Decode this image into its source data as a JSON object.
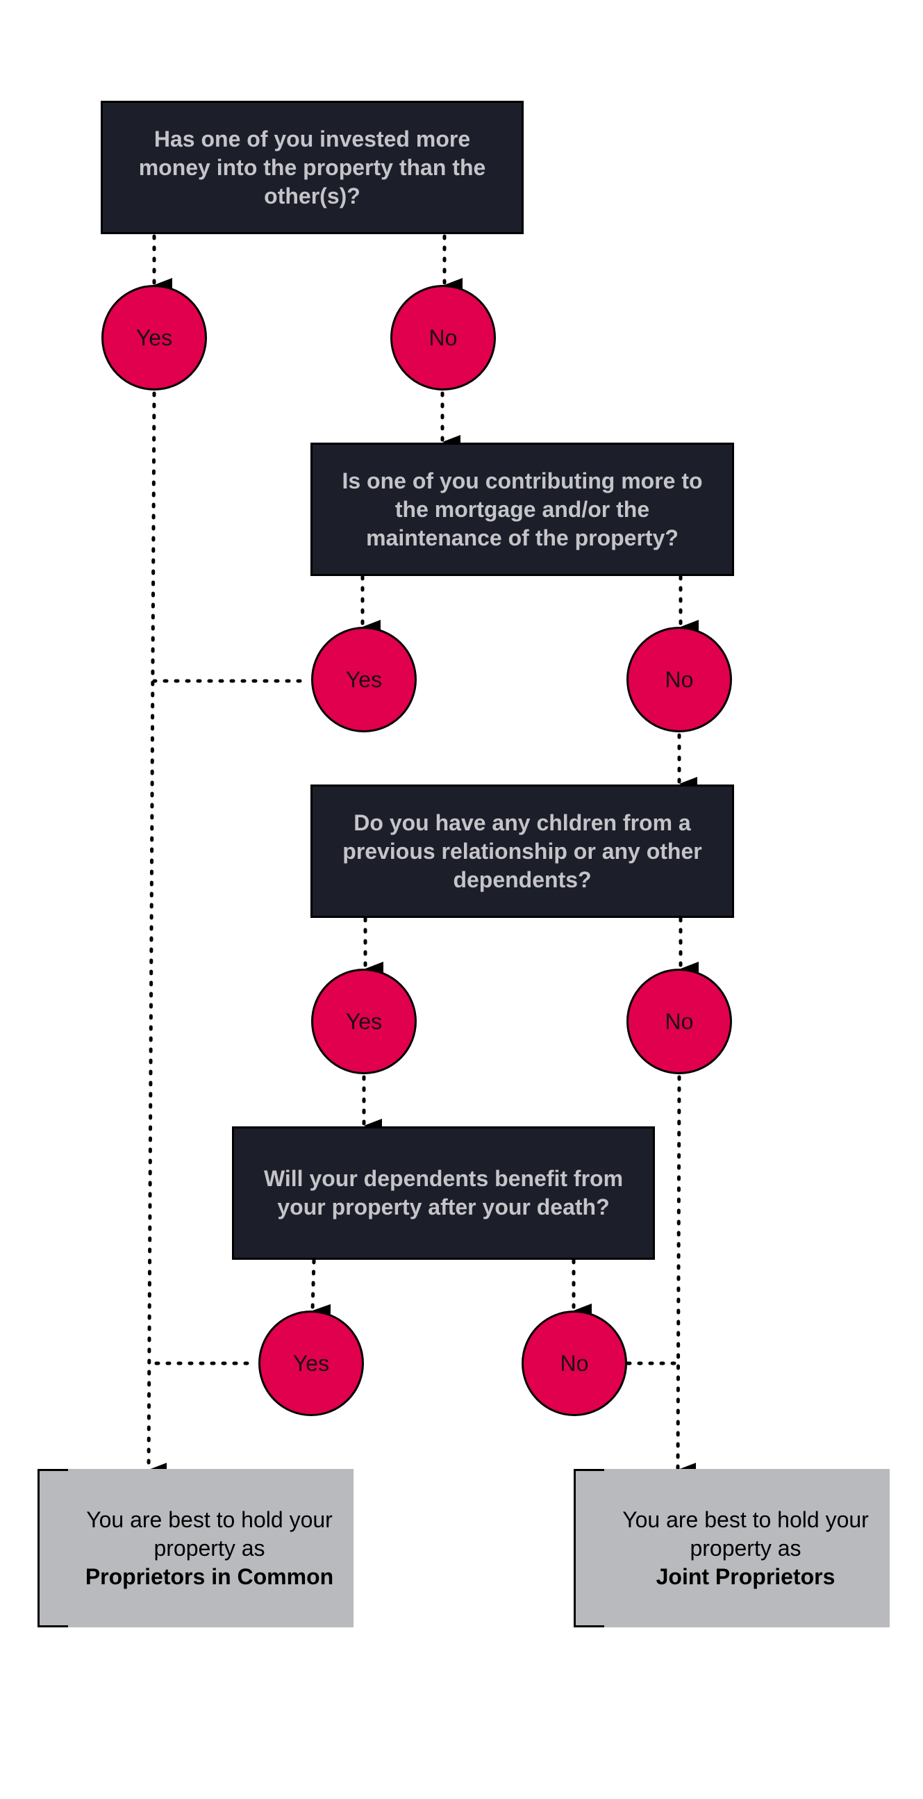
{
  "questions": {
    "q1": "Has one of you invested more money into the property than the other(s)?",
    "q2": "Is one of you contributing more to the mortgage and/or the maintenance of the property?",
    "q3": "Do you have any chldren from a previous relationship or any other dependents?",
    "q4": "Will your dependents benefit from your property after your death?"
  },
  "answers": {
    "yes": "Yes",
    "no": "No"
  },
  "results": {
    "common": {
      "line1": "You are best to hold your property as",
      "line2": "Proprietors in Common"
    },
    "joint": {
      "line1": "You are best to hold your property as",
      "line2": "Joint Proprietors"
    }
  },
  "colors": {
    "question_fill": "#1c1e29",
    "question_text": "#c4c4c9",
    "answer_fill": "#e0004d",
    "result_fill": "#b9babd",
    "connector": "#000000"
  }
}
